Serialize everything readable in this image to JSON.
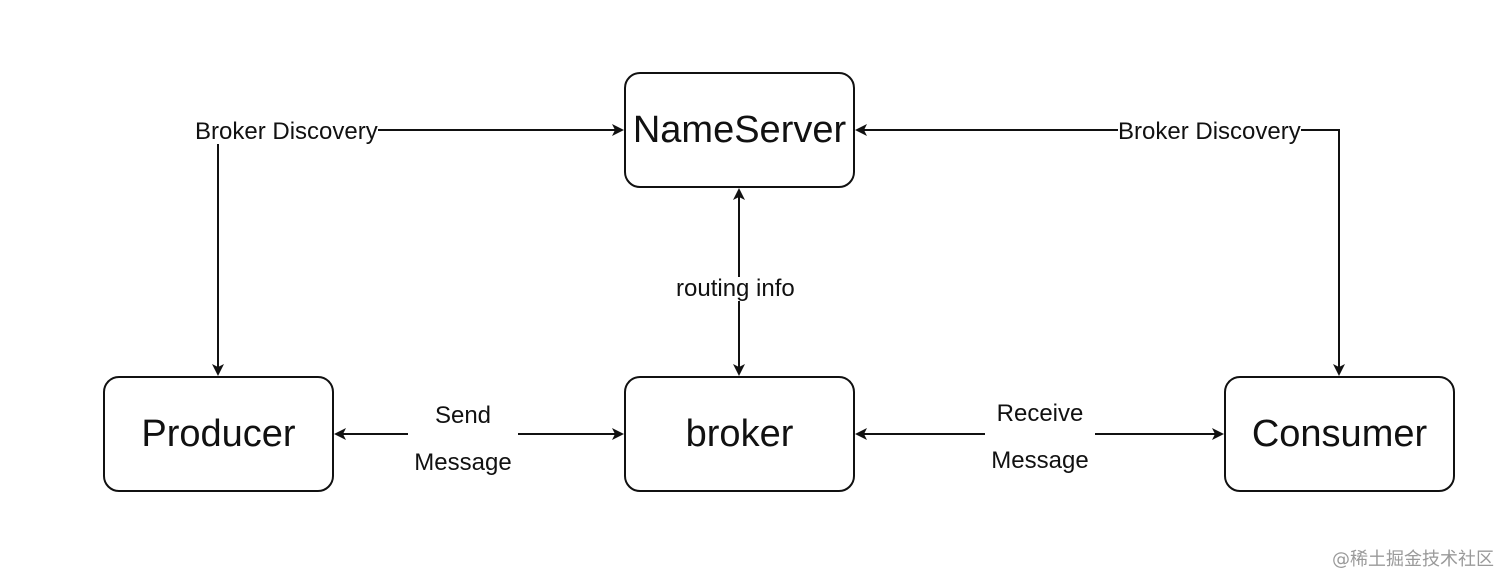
{
  "nodes": {
    "nameserver": "NameServer",
    "producer": "Producer",
    "broker": "broker",
    "consumer": "Consumer"
  },
  "edges": {
    "producer_discovery": "Broker Discovery",
    "consumer_discovery": "Broker Discovery",
    "routing": "routing info",
    "send_line1": "Send",
    "send_line2": "Message",
    "receive_line1": "Receive",
    "receive_line2": "Message"
  },
  "watermark": "@稀土掘金技术社区"
}
